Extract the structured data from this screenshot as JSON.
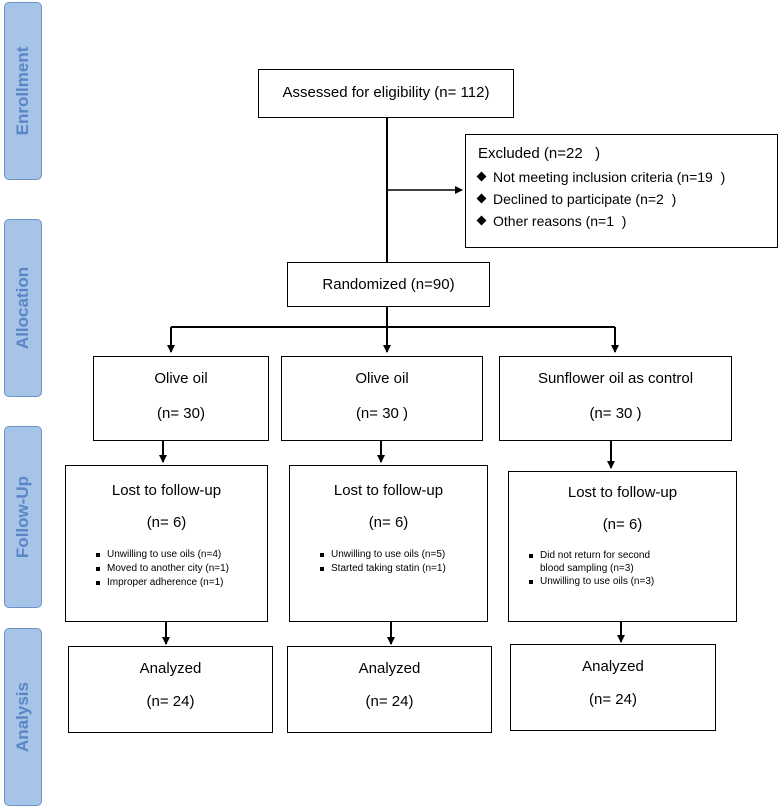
{
  "stages": {
    "enrollment": "Enrollment",
    "allocation": "Allocation",
    "followup": "Follow-Up",
    "analysis": "Analysis"
  },
  "assessed": "Assessed for eligibility (n= 112)",
  "excluded": {
    "title": "Excluded (n=22   )",
    "items": [
      "Not meeting inclusion criteria (n=19  )",
      "Declined to participate (n=2  )",
      "Other reasons (n=1  )"
    ]
  },
  "randomized": "Randomized (n=90)",
  "arms": [
    {
      "name": "Olive oil",
      "n": "(n= 30)",
      "lost_title": "Lost to follow-up",
      "lost_n": "(n= 6)",
      "lost_items": [
        "Unwilling to use oils (n=4)",
        "Moved to another city (n=1)",
        "Improper adherence (n=1)"
      ],
      "analyzed": "Analyzed",
      "analyzed_n": "(n= 24)"
    },
    {
      "name": "Olive oil",
      "n": "(n= 30 )",
      "lost_title": "Lost to follow-up",
      "lost_n": "(n= 6)",
      "lost_items": [
        "Unwilling to use oils (n=5)",
        "Started taking statin (n=1)"
      ],
      "analyzed": "Analyzed",
      "analyzed_n": "(n= 24)"
    },
    {
      "name": "Sunflower oil as control",
      "n": "(n= 30 )",
      "lost_title": "Lost to follow-up",
      "lost_n": "(n= 6)",
      "lost_items": [
        "Did not return for second",
        "blood sampling (n=3)",
        "Unwilling to use oils (n=3)"
      ],
      "analyzed": "Analyzed",
      "analyzed_n": "(n= 24)"
    }
  ]
}
